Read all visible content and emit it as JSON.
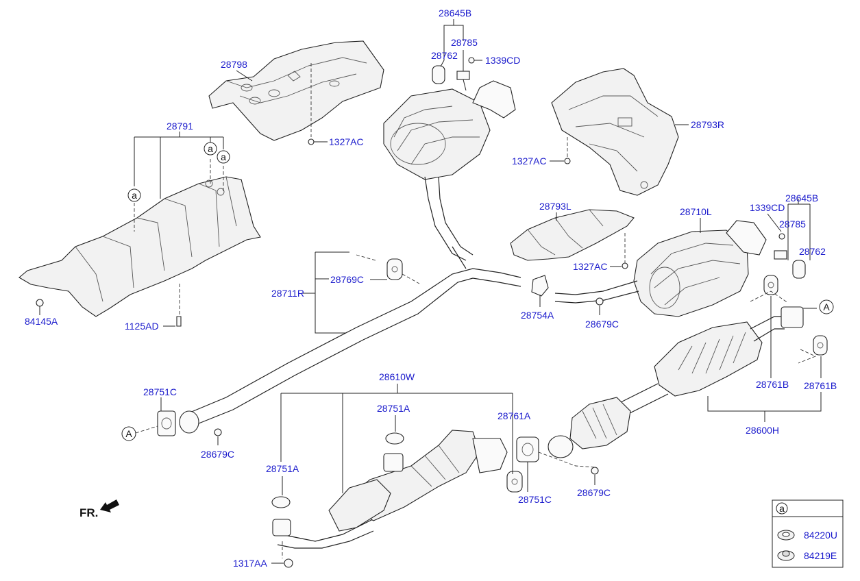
{
  "labels": {
    "p28645B_top": "28645B",
    "p28785_top": "28785",
    "p28762_top": "28762",
    "p1339CD_top": "1339CD",
    "p28798": "28798",
    "p1327AC_top": "1327AC",
    "p28791": "28791",
    "p28793R": "28793R",
    "p1327AC_right": "1327AC",
    "p28793L": "28793L",
    "p1327AC_mid": "1327AC",
    "p28710L": "28710L",
    "p1339CD_right": "1339CD",
    "p28645B_right": "28645B",
    "p28785_right": "28785",
    "p28762_right": "28762",
    "p28711R": "28711R",
    "p28769C": "28769C",
    "p84145A": "84145A",
    "p1125AD": "1125AD",
    "p28754A": "28754A",
    "p28679C_mid": "28679C",
    "p28761B_left": "28761B",
    "p28761B_right": "28761B",
    "p28600H": "28600H",
    "p28751C_left": "28751C",
    "p28679C_left": "28679C",
    "p28610W": "28610W",
    "p28751A_top": "28751A",
    "p28761A": "28761A",
    "p28751A_left": "28751A",
    "p28751C_bottom": "28751C",
    "p28679C_bottom": "28679C",
    "p1317AA": "1317AA",
    "p84220U": "84220U",
    "p84219E": "84219E"
  },
  "callouts": {
    "a": "a",
    "A": "A"
  },
  "legend": {
    "key": "a"
  },
  "direction": "FR."
}
